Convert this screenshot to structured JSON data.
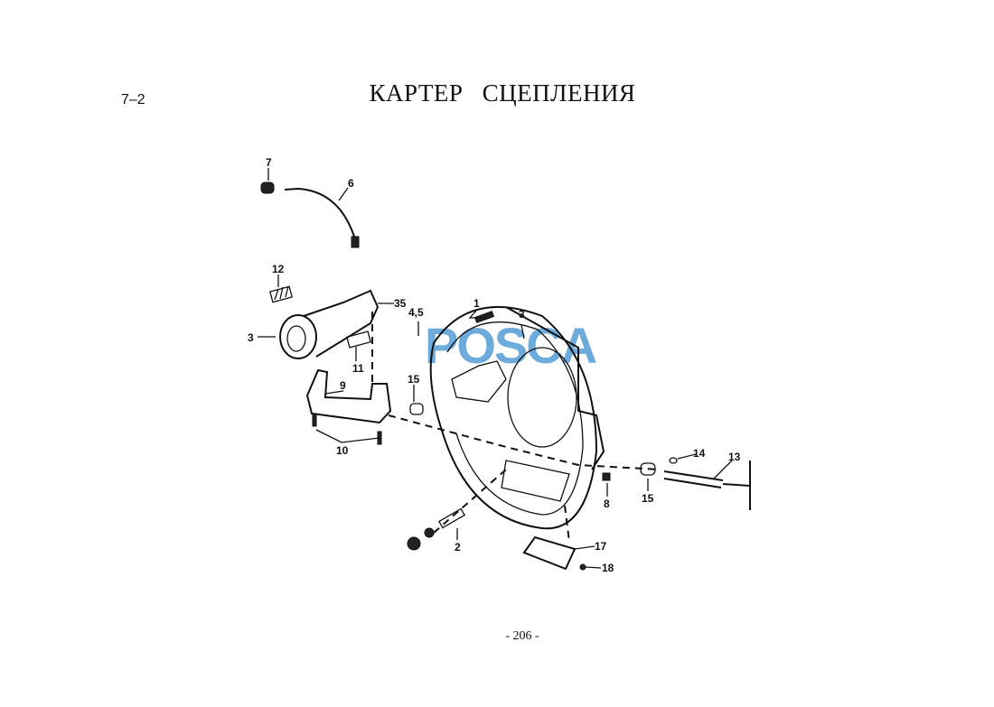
{
  "header": {
    "section": "7–2",
    "title": "КАРТЕР   СЦЕПЛЕНИЯ"
  },
  "footer": {
    "page": "- 206 -"
  },
  "watermark": "POSCA",
  "callouts": [
    "7",
    "6",
    "12",
    "35",
    "3",
    "11",
    "9",
    "10",
    "4,5",
    "1",
    "3",
    "15",
    "14",
    "13",
    "8",
    "15",
    "2",
    "17",
    "18"
  ]
}
